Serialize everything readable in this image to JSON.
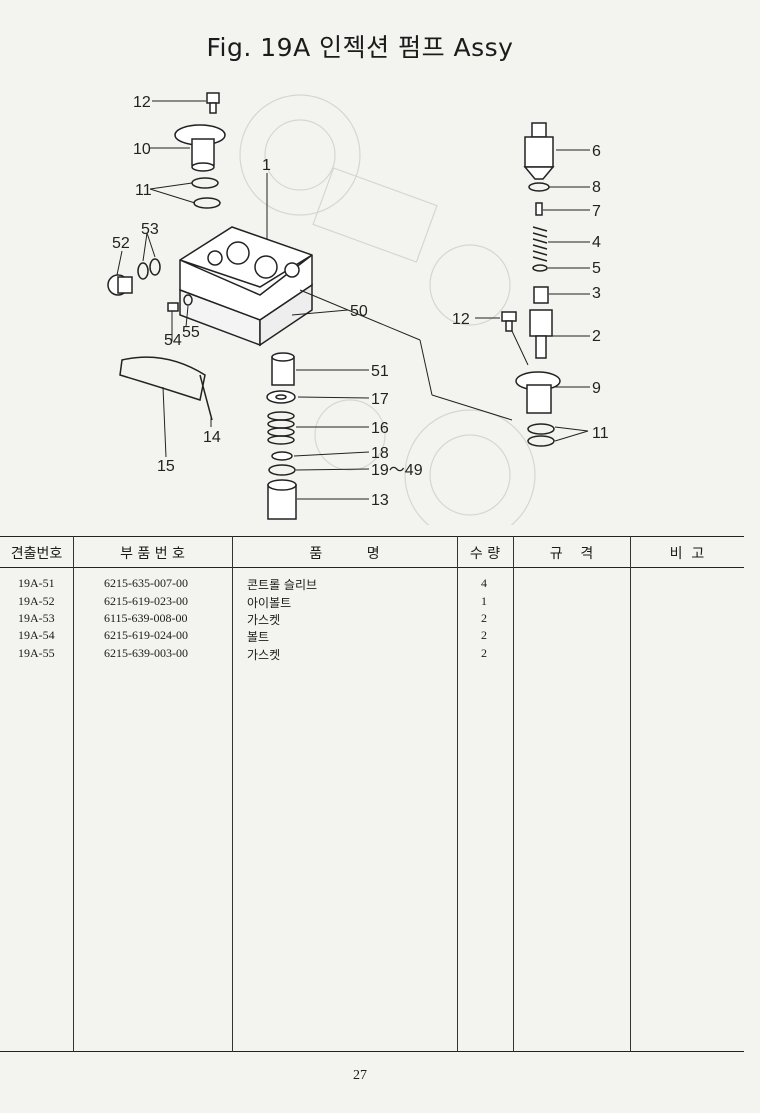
{
  "page": {
    "title": "Fig. 19A   인젝션 펌프 Assy",
    "page_number": "27"
  },
  "diagram": {
    "callouts": [
      "12",
      "10",
      "11",
      "1",
      "53",
      "52",
      "55",
      "54",
      "50",
      "51",
      "17",
      "16",
      "18",
      "19～49",
      "13",
      "14",
      "15",
      "6",
      "8",
      "7",
      "4",
      "5",
      "3",
      "12",
      "2",
      "9",
      "11"
    ]
  },
  "table": {
    "headers": {
      "ref": "견출번호",
      "part_no": "부 품 번 호",
      "name": "품          명",
      "qty": "수 량",
      "spec": "규    격",
      "remarks": "비  고"
    },
    "rows": [
      {
        "ref": "19A-51",
        "part_no": "6215-635-007-00",
        "name": "콘트롤 슬리브",
        "qty": "4"
      },
      {
        "ref": "19A-52",
        "part_no": "6215-619-023-00",
        "name": "아이볼트",
        "qty": "1"
      },
      {
        "ref": "19A-53",
        "part_no": "6115-639-008-00",
        "name": "가스켓",
        "qty": "2"
      },
      {
        "ref": "19A-54",
        "part_no": "6215-619-024-00",
        "name": "볼트",
        "qty": "2"
      },
      {
        "ref": "19A-55",
        "part_no": "6215-639-003-00",
        "name": "가스켓",
        "qty": "2"
      }
    ]
  }
}
